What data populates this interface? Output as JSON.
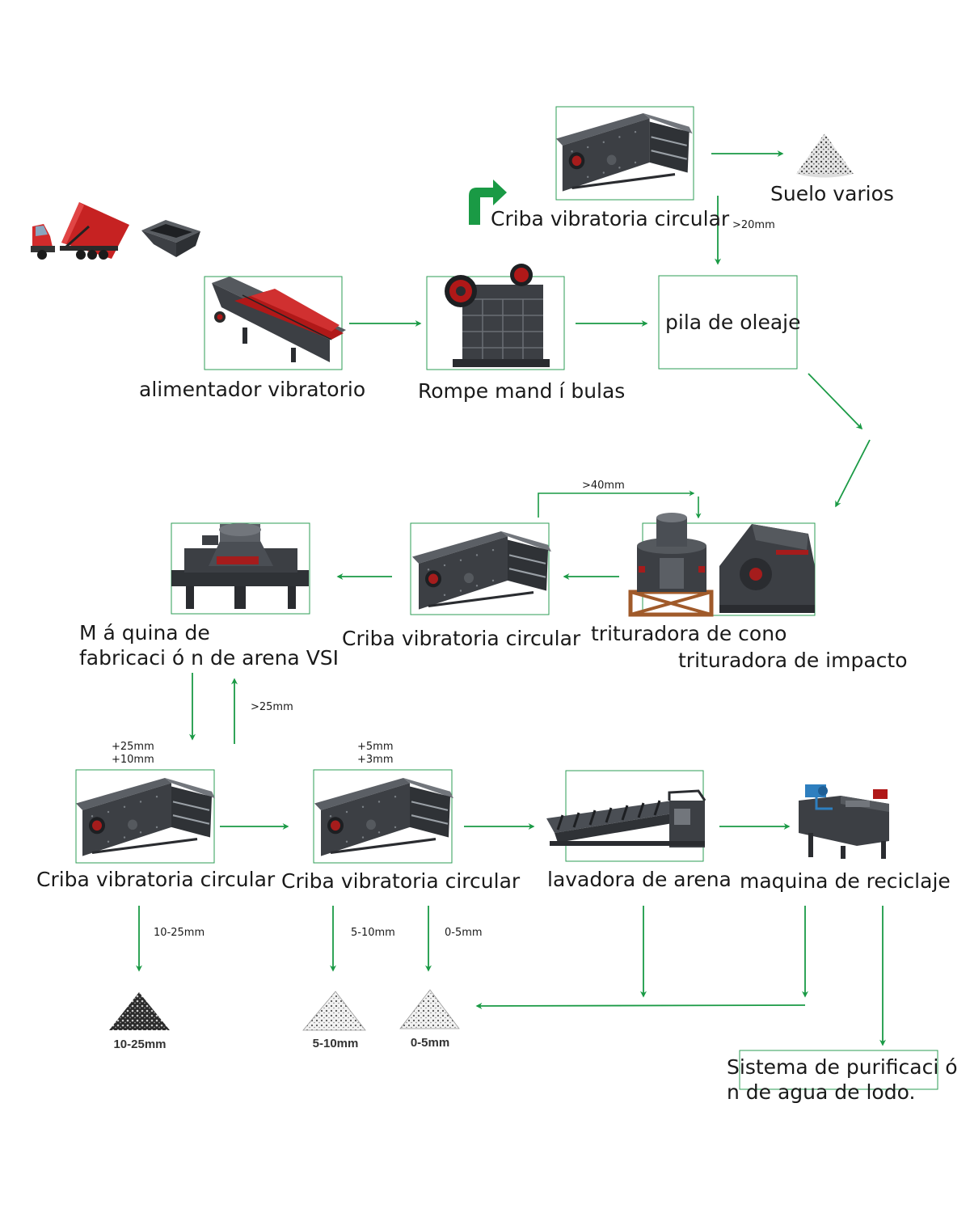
{
  "colors": {
    "arrow": "#1a9a45",
    "frame": "#2e9c56",
    "machine": "#3c3f44",
    "machine_light": "#666a70",
    "accent_red": "#b01818",
    "truck_red": "#d22b2b"
  },
  "labels": {
    "screen_top": "Criba vibratoria circular",
    "soil": "Suelo varios",
    "size_20": ">20mm",
    "feeder": "alimentador vibratorio",
    "jaw": "Rompe mand í bulas",
    "surge_pile": "pila de oleaje",
    "size_40": ">40mm",
    "screen_mid": "Criba vibratoria circular",
    "cone": "trituradora de cono",
    "impact": "trituradora de impacto",
    "vsi": "M á quina de\nfabricaci ó n de arena VSI",
    "size_25": ">25mm",
    "screen_a_sizes": "+25mm\n+10mm",
    "screen_b_sizes": "+5mm\n+3mm",
    "screen_a": "Criba vibratoria circular",
    "screen_b": "Criba vibratoria circular",
    "washer": "lavadora de arena",
    "recycler": "maquina de reciclaje",
    "out_10_25": "10-25mm",
    "out_5_10": "5-10mm",
    "out_0_5": "0-5mm",
    "water": "Sistema de purificaci ó\nn de agua de lodo."
  },
  "piles": [
    {
      "label": "10-25mm",
      "tone": "dark"
    },
    {
      "label": "5-10mm",
      "tone": "light"
    },
    {
      "label": "0-5mm",
      "tone": "light"
    }
  ],
  "icons": [
    "dump-truck-icon",
    "hopper-icon",
    "vibrating-screen-icon",
    "vibrating-feeder-icon",
    "jaw-crusher-icon",
    "cone-crusher-icon",
    "impact-crusher-icon",
    "vsi-sand-maker-icon",
    "sand-washer-icon",
    "recycling-machine-icon",
    "aggregate-pile-icon"
  ]
}
